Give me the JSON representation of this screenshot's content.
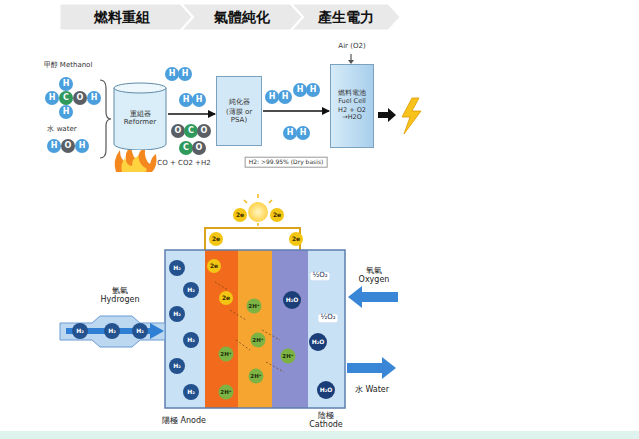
{
  "diagram": {
    "nodes": [
      {
        "text": [
          "燃料重組"
        ]
      },
      {
        "text": [
          "氣體純化"
        ]
      },
      {
        "text": [
          "產生電力"
        ]
      },
      {
        "text": [
          "重組器 Reformer"
        ]
      },
      {
        "text": [
          "純化器",
          "(薄膜 or PSA)"
        ]
      },
      {
        "text": [
          "燃料電池 Fuel Cell",
          "H2 + O2 →H2O"
        ]
      }
    ],
    "edges": [
      {
        "from": 3,
        "to": 4,
        "arrow": "to"
      },
      {
        "from": 4,
        "to": 5,
        "arrow": "to"
      }
    ],
    "labels": [
      "甲醇 Methanol",
      "H",
      "H",
      "C",
      "O",
      "H",
      "H",
      "水 water",
      "H",
      "O",
      "H",
      "H",
      "H",
      "H",
      "H",
      "O",
      "C",
      "O",
      "C",
      "O",
      "CO + CO2 +H2",
      "H2: >99.95% (Dry basis)",
      "H",
      "H",
      "H",
      "H",
      "H",
      "H",
      "Air (O2)",
      "氫氣 Hydrogen",
      "H₂",
      "H₂",
      "H₂",
      "H₂",
      "H₂",
      "H₂",
      "H₂",
      "H₂",
      "H₂",
      "2e",
      "2e",
      "2e",
      "2e",
      "2e",
      "2e",
      "2H⁺",
      "2H⁺",
      "2H⁺",
      "2H⁺",
      "2H⁺",
      "2H⁺",
      "½O₂",
      "½O₂",
      "H₂O",
      "H₂O",
      "H₂O",
      "氧氣 Oxygen",
      "水 Water",
      "陽極 Anode",
      "陰極 Cathode"
    ]
  }
}
